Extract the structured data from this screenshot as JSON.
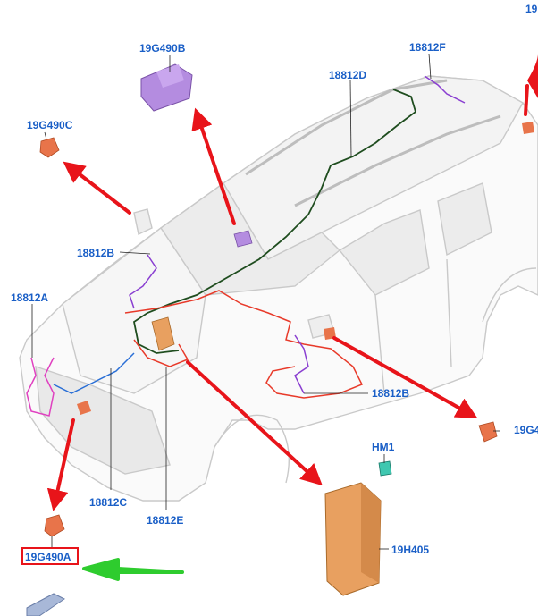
{
  "labels": {
    "top_right_cut": "19",
    "module_top": "19G490B",
    "harness_roof_right": "18812F",
    "harness_roof": "18812D",
    "sensor_mirror_left": "19G490C",
    "harness_left_upper": "18812B",
    "harness_front_left": "18812A",
    "harness_door": "18812B",
    "sensor_mirror_right": "19G4",
    "connector": "HM1",
    "harness_bottom_center": "18812C",
    "harness_bottom_right": "18812E",
    "module_box": "19H405",
    "sensor_front_highlighted": "19G490A"
  },
  "colors": {
    "label": "#1a5fc7",
    "callout_arrow": "#e8141a",
    "pointer_arrow": "#2ecc2e",
    "highlight_box": "#e8141a",
    "harness_dark_green": "#1f4d1f",
    "harness_red": "#e83a2a",
    "harness_purple": "#8a3fd1",
    "harness_magenta": "#e040c0",
    "harness_blue": "#2a6fd6",
    "module_purple": "#b48ce0",
    "sensor_orange": "#e8744a",
    "module_tan": "#e8a060"
  }
}
